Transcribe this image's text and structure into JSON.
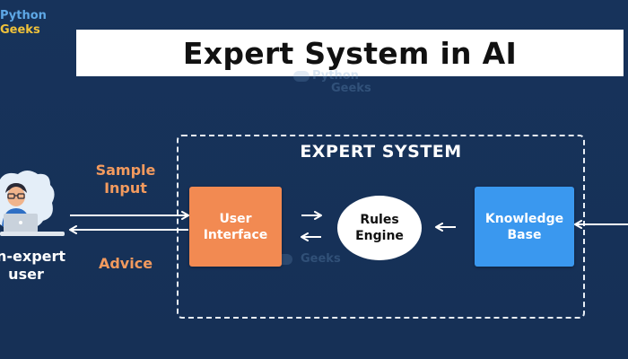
{
  "brand": {
    "line1": "Python",
    "line2": "Geeks"
  },
  "title": "Expert System in AI",
  "system": {
    "label": "EXPERT SYSTEM"
  },
  "nodes": {
    "user_interface": {
      "line1": "User",
      "line2": "Interface",
      "color": "#f28a52"
    },
    "rules_engine": {
      "line1": "Rules",
      "line2": "Engine"
    },
    "knowledge_base": {
      "line1": "Knowledge",
      "line2": "Base",
      "color": "#3a98ef"
    }
  },
  "user": {
    "line1": "n-expert",
    "line2": "user"
  },
  "flows": {
    "input": {
      "line1": "Sample",
      "line2": "Input"
    },
    "output": {
      "line1": "Advice"
    }
  },
  "watermarks": [
    {
      "line1": "Python",
      "line2": "Geeks"
    },
    {
      "line1": "Geeks"
    }
  ],
  "colors": {
    "background": "#17325a",
    "accent_orange": "#f29a5e",
    "frame": "#e8eef6"
  }
}
